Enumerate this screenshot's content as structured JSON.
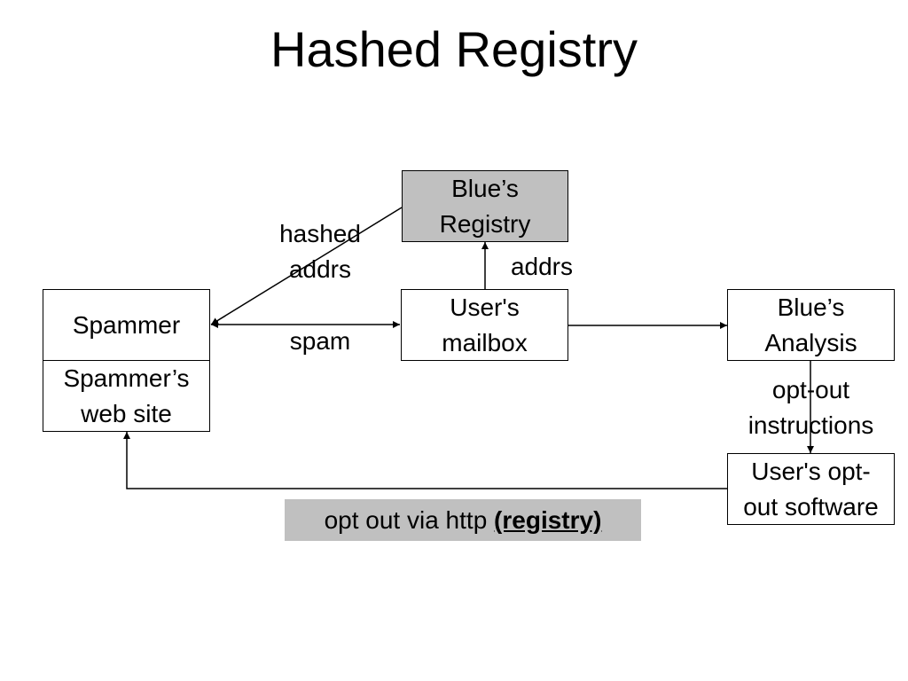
{
  "title": "Hashed Registry",
  "nodes": {
    "blues_registry": "Blue’s\nRegistry",
    "spammer": "Spammer",
    "spammers_web_site": "Spammer’s\nweb site",
    "users_mailbox": "User's\nmailbox",
    "blues_analysis": "Blue’s\nAnalysis",
    "users_opt_out_software": "User's opt-\nout software"
  },
  "edge_labels": {
    "hashed_addrs": "hashed\naddrs",
    "addrs": "addrs",
    "spam": "spam",
    "opt_out_instructions": "opt-out\ninstructions"
  },
  "registry_note": {
    "text": "opt out via http ",
    "emphasis": "(registry)"
  },
  "colors": {
    "shaded_fill": "#c0c0c0",
    "line": "#000000"
  }
}
